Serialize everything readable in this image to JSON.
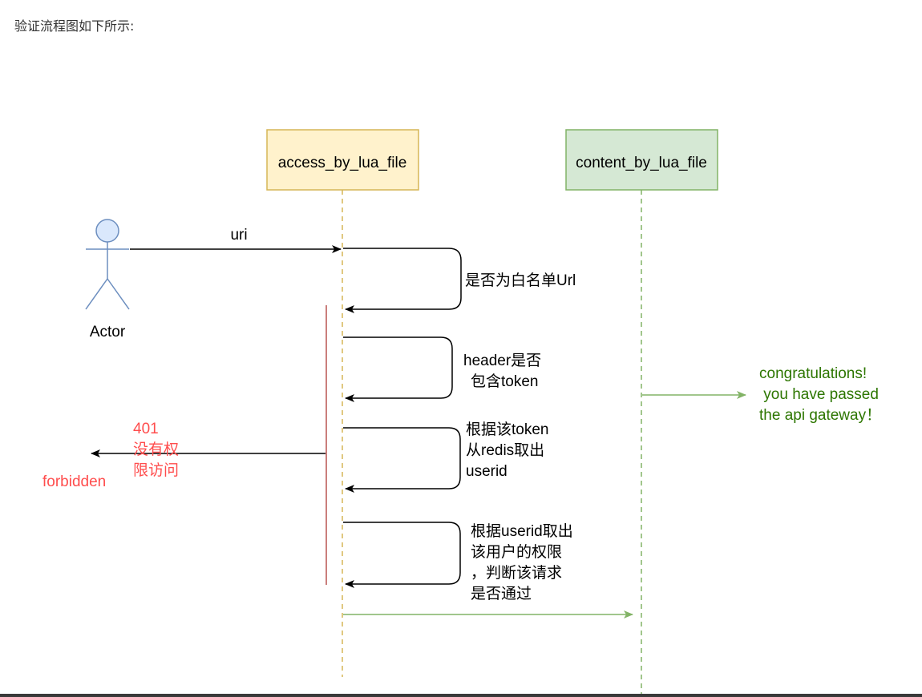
{
  "intro_text": "验证流程图如下所示:",
  "lifelines": {
    "access": {
      "label": "access_by_lua_file",
      "fill": "#fff2cc",
      "stroke": "#d6b656"
    },
    "content": {
      "label": "content_by_lua_file",
      "fill": "#d5e8d4",
      "stroke": "#82b366"
    }
  },
  "actor": {
    "label": "Actor",
    "fill": "#dae8fc",
    "stroke": "#6c8ebf"
  },
  "messages": {
    "uri": "uri",
    "whitelist": "是否为白名单Url",
    "header_check": [
      "header是否",
      "包含token"
    ],
    "redis_lookup": [
      "根据该token",
      "从redis取出",
      "userid"
    ],
    "permission_check": [
      "根据userid取出",
      "该用户的权限",
      "，判断该请求",
      "是否通过"
    ]
  },
  "forbidden": {
    "code_lines": [
      "401",
      "没有权",
      "限访问"
    ],
    "label": "forbidden",
    "color": "#ff4d4d"
  },
  "success": {
    "lines": [
      "congratulations!",
      " you have passed",
      "the api gateway！"
    ],
    "color": "#2d7600",
    "arrow_color": "#82b366"
  }
}
